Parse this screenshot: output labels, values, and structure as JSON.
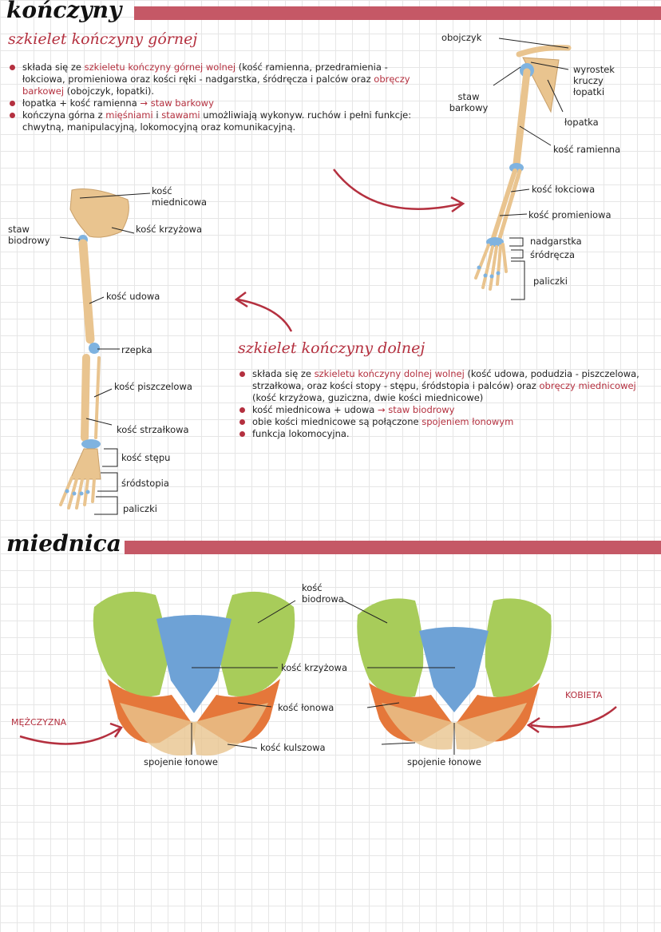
{
  "colors": {
    "accent": "#c55866",
    "accent_text": "#b4303f",
    "bone": "#e9c48f",
    "joint": "#7fb3e0",
    "ilium": "#a8cc5a",
    "sacrum": "#6ea2d6",
    "pubis": "#e5773a"
  },
  "sections": {
    "limbs_title": "kończyny",
    "pelvis_title": "miednica"
  },
  "upper": {
    "subtitle": "szkielet kończyny górnej",
    "b1": {
      "t1": "składa się ze ",
      "r1": "szkieletu kończyny górnej wolnej",
      "t2": " (kość ramienna, przedramienia - łokciowa, promieniowa oraz kości ręki - nadgarstka, śródręcza i palców oraz ",
      "r2": "obręczy barkowej",
      "t3": " (obojczyk, łopatki)."
    },
    "b2": {
      "t1": "łopatka + kość ramienna ",
      "r1": "→ staw barkowy"
    },
    "b3": {
      "t1": "kończyna górna z ",
      "r1": "mięśniami",
      "t2": " i ",
      "r2": "stawami",
      "t3": " umożliwiają wykonyw. ruchów i pełni funkcje: chwytną, manipulacyjną, lokomocyjną oraz komunikacyjną."
    },
    "labels": {
      "obojczyk": "obojczyk",
      "wyrostek": "wyrostek kruczy łopatki",
      "staw_barkowy": "staw barkowy",
      "lopatka": "łopatka",
      "ramienna": "kość ramienna",
      "lokciowa": "kość łokciowa",
      "promieniowa": "kość promieniowa",
      "nadgarstka": "nadgarstka",
      "srodrecza": "śródręcza",
      "paliczki": "paliczki"
    }
  },
  "lower": {
    "subtitle": "szkielet kończyny dolnej",
    "b1": {
      "t1": "składa się ze ",
      "r1": "szkieletu kończyny dolnej wolnej",
      "t2": " (kość udowa, podudzia - piszczelowa, strzałkowa, oraz kości stopy - stępu, śródstopia i palców) oraz ",
      "r2": "obręczy miednicowej",
      "t3": " (kość krzyżowa, guziczna, dwie kości miednicowe)"
    },
    "b2": {
      "t1": "kość miednicowa + udowa ",
      "r1": "→ staw biodrowy"
    },
    "b3": {
      "t1": "obie kości miednicowe są połączone ",
      "r1": "spojeniem łonowym"
    },
    "b4": {
      "t1": "funkcja lokomocyjna."
    },
    "labels": {
      "miednicowa": "kość miednicowa",
      "staw_biodrowy": "staw biodrowy",
      "krzyzowa": "kość krzyżowa",
      "udowa": "kość udowa",
      "rzepka": "rzepka",
      "piszczelowa": "kość piszczelowa",
      "strzalkowa": "kość strzałkowa",
      "stepu": "kość stępu",
      "srodstopia": "śródstopia",
      "paliczki": "paliczki"
    }
  },
  "pelvis": {
    "biodrowa": "kość biodrowa",
    "krzyzowa": "kość krzyżowa",
    "lonowa": "kość łonowa",
    "kulszowa": "kość kulszowa",
    "spojenie_m": "spojenie łonowe",
    "spojenie_f": "spojenie łonowe",
    "male": "MĘŻCZYZNA",
    "female": "KOBIETA"
  }
}
